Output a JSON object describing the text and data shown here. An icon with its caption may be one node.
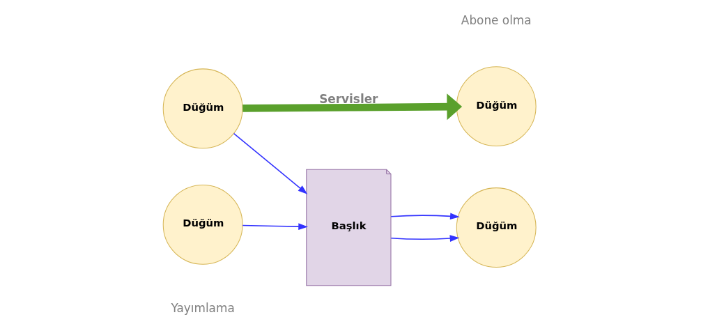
{
  "diagram": {
    "nodes": [
      {
        "text": [
          "Düğüm"
        ]
      },
      {
        "text": [
          "Düğüm"
        ]
      },
      {
        "text": [
          "Düğüm"
        ]
      },
      {
        "text": [
          "Başlık"
        ]
      },
      {
        "text": [
          "Düğüm"
        ]
      }
    ],
    "edges": [
      {
        "from": 0,
        "to": 1,
        "arrow": "to",
        "label": "Servisler",
        "style": "thick",
        "color": "#5aa02c"
      },
      {
        "from": 0,
        "to": 3,
        "arrow": "to"
      },
      {
        "from": 2,
        "to": 3,
        "arrow": "to"
      },
      {
        "from": 3,
        "to": 4,
        "arrow": "to"
      },
      {
        "from": 3,
        "to": 4,
        "arrow": "to"
      }
    ],
    "labels": [
      "Yayımlama",
      "Abone olma"
    ]
  }
}
